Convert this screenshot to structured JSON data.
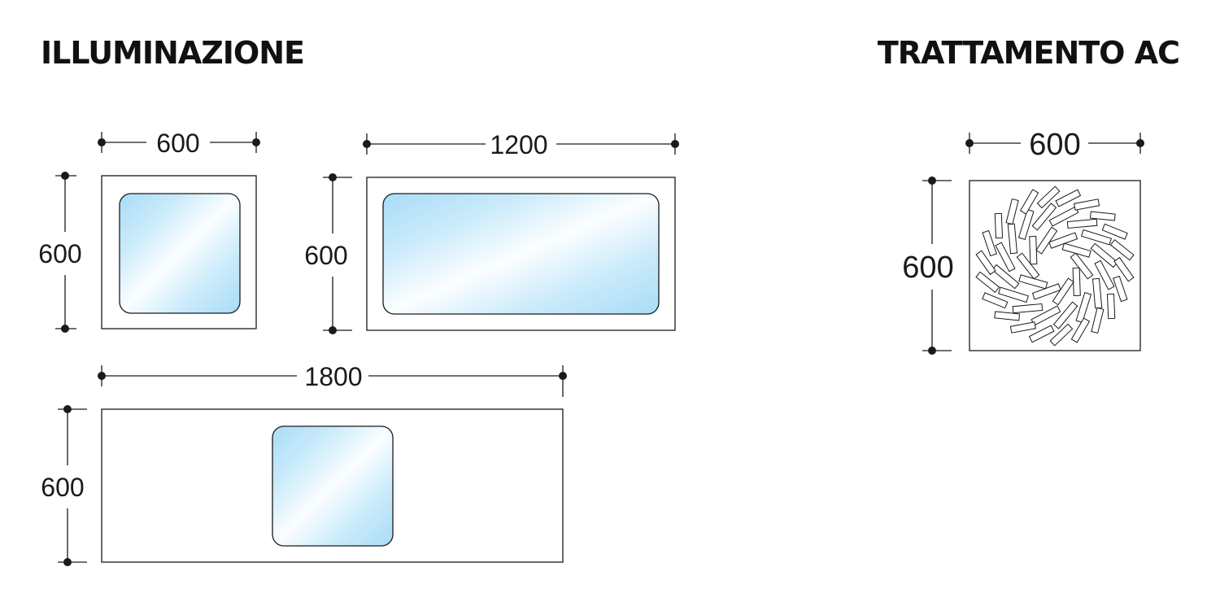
{
  "headings": {
    "lighting": "ILLUMINAZIONE",
    "ac": "TRATTAMENTO AC"
  },
  "panels": {
    "panel_600": {
      "width_label": "600",
      "height_label": "600"
    },
    "panel_1200": {
      "width_label": "1200",
      "height_label": "600"
    },
    "panel_1800": {
      "width_label": "1800",
      "height_label": "600"
    },
    "ac_diffuser": {
      "width_label": "600",
      "height_label": "600",
      "icon": "swirl-diffuser-icon"
    }
  },
  "colors": {
    "line": "#1a1a1a",
    "glass_light": "#f4fbff",
    "glass_blue": "#a9dcf7"
  }
}
